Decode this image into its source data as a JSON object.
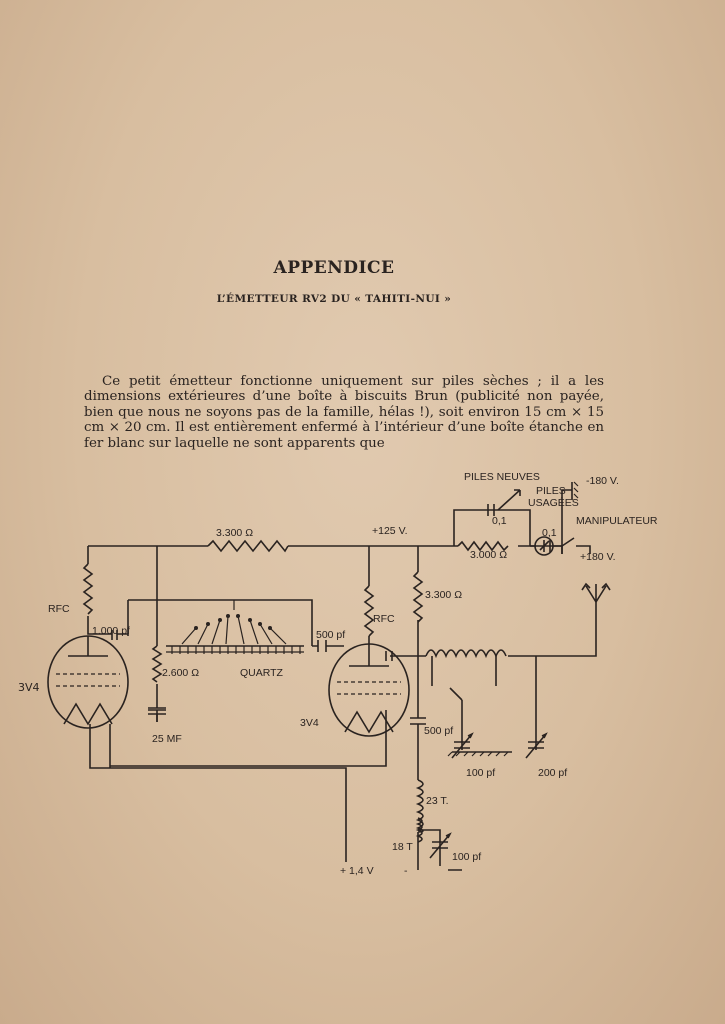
{
  "page": {
    "title": "APPENDICE",
    "subtitle": "L’ÉMETTEUR RV2 DU « TAHITI-NUI »",
    "paragraph": "Ce petit émetteur fonctionne uniquement sur piles sèches ; il a les dimensions extérieures d’une boîte à biscuits Brun (publicité non payée, bien que nous ne soyons pas de la famille, hélas !), soit environ 15 cm × 15 cm × 20 cm. Il est entièrement enfermé à l’intérieur d’une boîte étanche en fer blanc sur laquelle ne sont apparents que",
    "margin_note": "3V4"
  },
  "schematic": {
    "labels": {
      "piles_neuves": "PILES NEUVES",
      "piles_usagees_1": "PILES",
      "piles_usagees_2": "USAGÉES",
      "minus180": "-180 V.",
      "manipulateur": "MANIPULATEUR",
      "plus180": "+180 V.",
      "c01_a": "0,1",
      "c01_b": "0,1",
      "r3000": "3.000 Ω",
      "r3300_top": "3.300 Ω",
      "plus125": "+125 V.",
      "r3300_right": "3.300 Ω",
      "rfc_left": "RFC",
      "rfc_mid": "RFC",
      "c1000": "1.000 pf",
      "c500_mid": "500 pf",
      "r2600": "2.600 Ω",
      "quartz": "QUARTZ",
      "c25mf": "25 MF",
      "tube_right": "3V4",
      "c500_right": "500 pf",
      "c100_a": "100 pf",
      "c200": "200 pf",
      "coil23": "23 T.",
      "coil18": "18 T",
      "c100_b": "100 pf",
      "plus14": "+ 1,4 V",
      "minus": "-"
    }
  }
}
